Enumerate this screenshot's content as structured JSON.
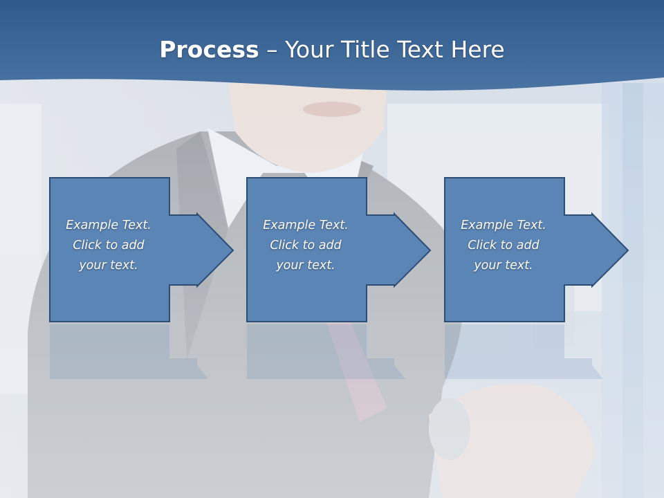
{
  "slide": {
    "title_bold": "Process",
    "title_rest": " – Your Title Text Here",
    "steps": [
      {
        "line1": "Example Text.",
        "line2": "Click  to add",
        "line3": "your text."
      },
      {
        "line1": "Example Text.",
        "line2": "Click  to add",
        "line3": "your text."
      },
      {
        "line1": "Example Text.",
        "line2": "Click  to add",
        "line3": "your text."
      }
    ]
  },
  "colors": {
    "header": "#3c6494",
    "shape_fill": "#5b85b5",
    "shape_border": "#2e4d74",
    "background": "#d3dae2"
  }
}
